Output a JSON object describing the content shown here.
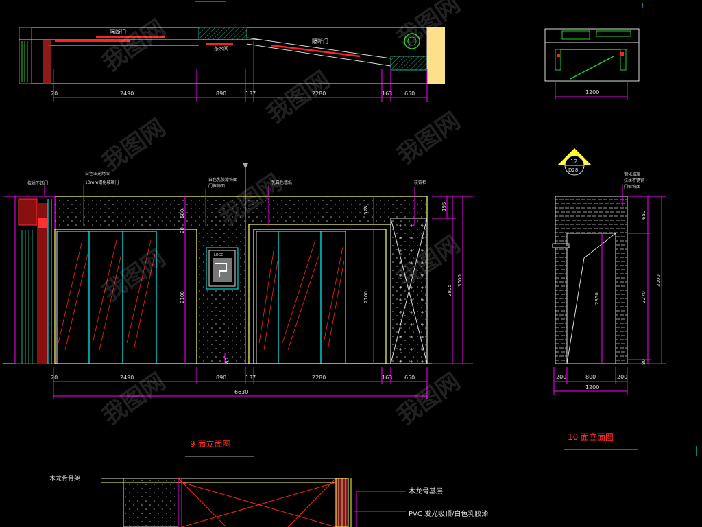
{
  "plan_top": {
    "labels": {
      "door_left": "隔断门",
      "door_right": "隔断门",
      "mid": "茶水间"
    },
    "dims": [
      "20",
      "2490",
      "890",
      "137",
      "2280",
      "163",
      "650"
    ]
  },
  "plan_right": {
    "dim": "1200"
  },
  "elev9": {
    "notes": {
      "a": "拉丝不锈门",
      "b1": "白色亚光烤漆",
      "b2": "10mm钢化玻璃门",
      "c1": "白色乳胶漆饰面",
      "c2": "门框饰面",
      "d": "乳白色墙纸",
      "e": "装饰柜"
    },
    "logo_text": "LOGO",
    "dims_bottom": [
      "20",
      "2490",
      "890",
      "137",
      "2280",
      "163",
      "650"
    ],
    "total": "6630",
    "dims_vert": [
      "580",
      "20",
      "2100",
      "528",
      "2100",
      "195",
      "2805",
      "3000",
      "80"
    ],
    "title": "9 面立面图"
  },
  "elev10": {
    "symbol_top": "12",
    "symbol_bottom": "D28",
    "notes": {
      "a": "钢化玻璃",
      "b": "拉丝不锈钢",
      "c": "门框饰面"
    },
    "dims_vert": [
      "650",
      "2350",
      "2270",
      "3000",
      "80"
    ],
    "dims_bottom": [
      "200",
      "800",
      "200"
    ],
    "total": "1200",
    "title": "10 面立面图"
  },
  "section": {
    "left_label": "木龙骨骨架",
    "right_label1": "木龙骨基层",
    "right_label2": "PVC 发光吸顶/白色乳胶漆"
  },
  "watermark": "我图网",
  "colors": {
    "magenta": "#ff00ff",
    "yellow": "#ffff66",
    "cyan": "#00ffff",
    "red": "#ff2020",
    "white": "#ffffff",
    "green": "#22dd22"
  }
}
